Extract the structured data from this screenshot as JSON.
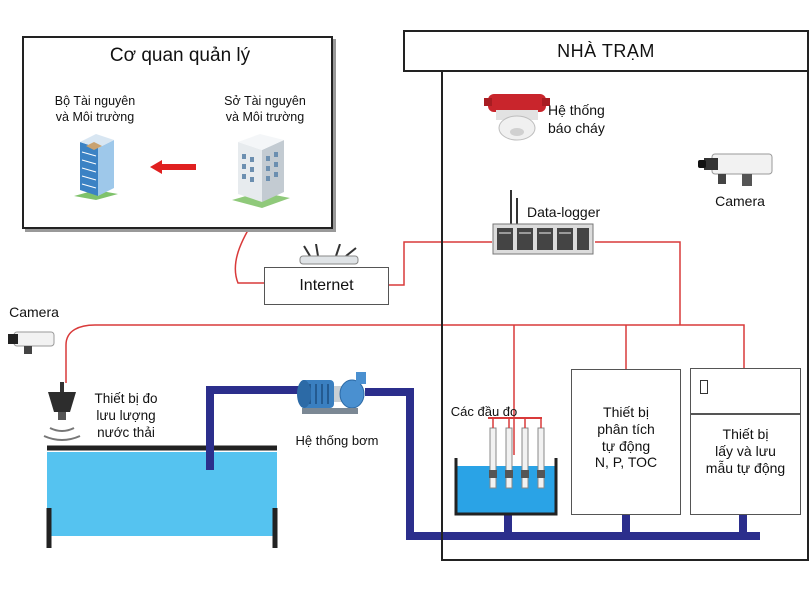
{
  "agency": {
    "title": "Cơ quan quản lý",
    "ministry_line1": "Bộ Tài nguyên",
    "ministry_line2": "và Môi trường",
    "department_line1": "Sở Tài nguyên",
    "department_line2": "và Môi trường"
  },
  "station": {
    "title": "NHÀ TRẠM"
  },
  "internet": {
    "label": "Internet"
  },
  "fire_alarm": {
    "line1": "Hệ thống",
    "line2": "báo cháy"
  },
  "data_logger": {
    "label": "Data-logger"
  },
  "camera_station": {
    "label": "Camera"
  },
  "camera_outside": {
    "label": "Camera"
  },
  "flow_meter": {
    "line1": "Thiết bị đo",
    "line2": "lưu lượng",
    "line3": "nước thải"
  },
  "pump": {
    "label": "Hệ thống bơm"
  },
  "probes": {
    "label": "Các đầu đo"
  },
  "analyzer": {
    "line1": "Thiết bị",
    "line2": "phân tích",
    "line3": "tự động",
    "line4": "N, P, TOC"
  },
  "sampler": {
    "line1": "Thiết bị",
    "line2": "lấy và lưu",
    "line3": "mẫu tự động"
  },
  "colors": {
    "signal": "#d93a3a",
    "pipe": "#2b2e8c",
    "water": "#55c3f0",
    "arrow": "#e02020"
  }
}
